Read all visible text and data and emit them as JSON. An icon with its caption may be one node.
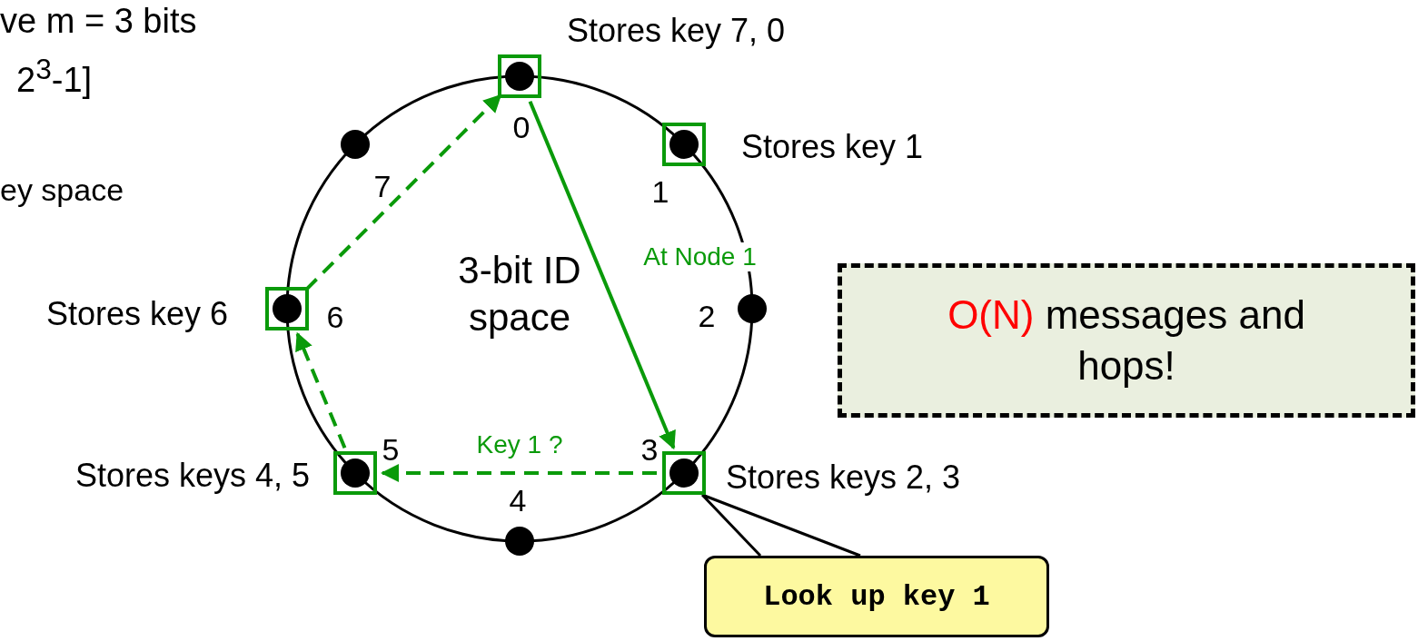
{
  "diagram": {
    "nodes": [
      {
        "text": [
          "0"
        ],
        "beside": [
          "Stores key 7, 0"
        ]
      },
      {
        "text": [
          "1"
        ],
        "beside": [
          "Stores key 1"
        ]
      },
      {
        "text": [
          "2"
        ]
      },
      {
        "text": [
          "3"
        ],
        "beside": [
          "Stores keys 2, 3"
        ]
      },
      {
        "text": [
          "4"
        ]
      },
      {
        "text": [
          "5"
        ],
        "beside": [
          "Stores keys 4, 5"
        ]
      },
      {
        "text": [
          "6"
        ],
        "beside": [
          "Stores key 6"
        ]
      },
      {
        "text": [
          "7"
        ]
      },
      {
        "text": [
          "O(N)",
          "messages and hops!"
        ]
      },
      {
        "text": [
          "Look up key 1"
        ]
      }
    ],
    "edges": [
      {
        "from": 0,
        "to": 3,
        "arrow": "to",
        "label": "At Node 1"
      },
      {
        "from": 3,
        "to": 5,
        "arrow": "to",
        "label": "Key 1 ?",
        "style": "dashed"
      },
      {
        "from": 5,
        "to": 6,
        "arrow": "to",
        "style": "dashed"
      },
      {
        "from": 6,
        "to": 0,
        "arrow": "to",
        "style": "dashed"
      },
      {
        "from": 9,
        "to": 3,
        "arrow": "none",
        "color": "#000000"
      }
    ],
    "labels": [
      "ve m = 3 bits",
      "2$^{3}$-1]",
      "ey space",
      "3-bit ID space"
    ]
  }
}
